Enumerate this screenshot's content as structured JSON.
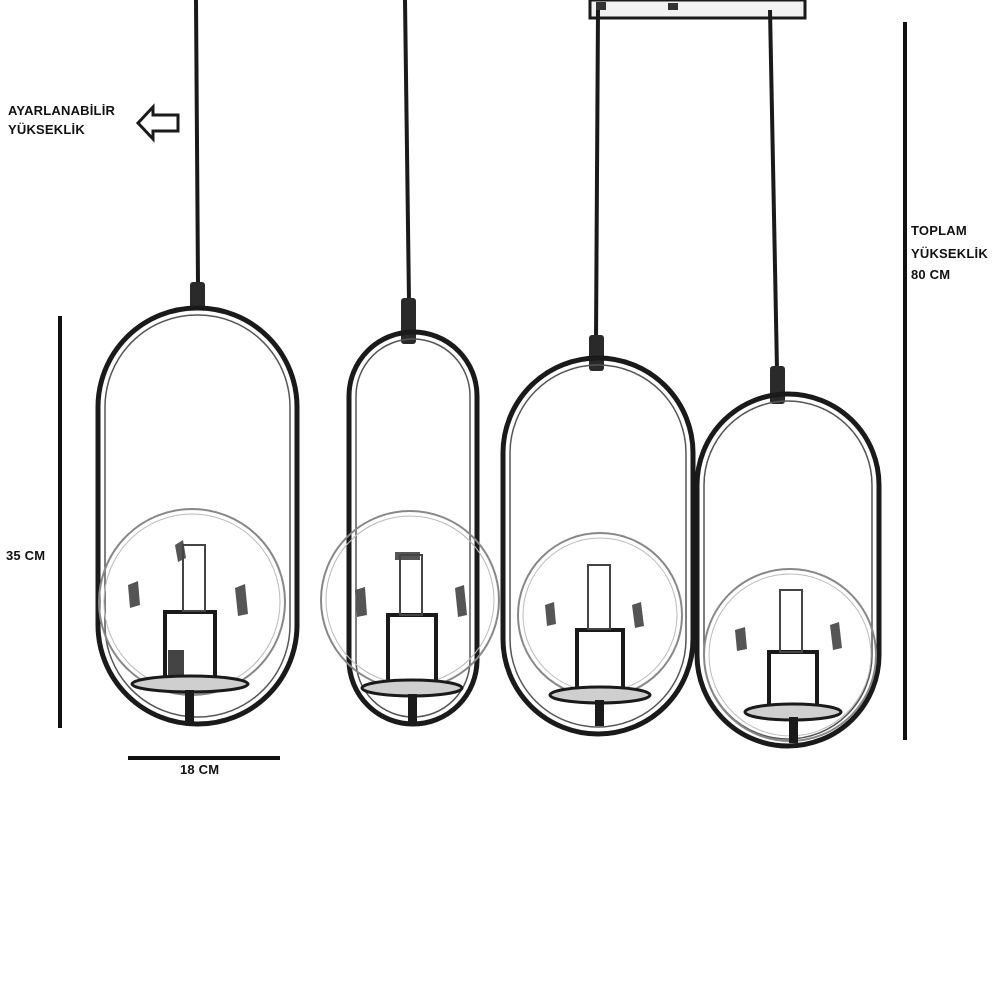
{
  "labels": {
    "adjustable_line1": "AYARLANABİLİR",
    "adjustable_line2": "YÜKSEKLİK",
    "total_line1": "TOPLAM",
    "total_line2": "YÜKSEKLİK",
    "total_line3": "80 CM",
    "height_dim": "35 CM",
    "width_dim": "18 CM"
  },
  "lamp_count": 4,
  "colors": {
    "line": "#1a1a1a",
    "glass": "#9a9a9a",
    "background": "#ffffff"
  }
}
